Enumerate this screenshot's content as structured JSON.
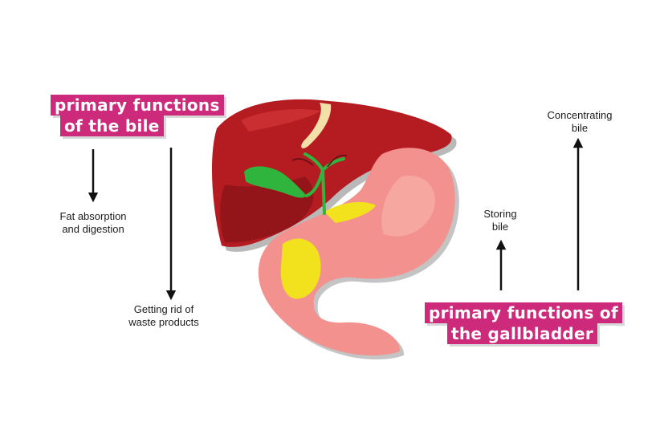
{
  "headings": {
    "bile": {
      "line1": "primary functions",
      "line2": "of the bile"
    },
    "gallbladder": {
      "line1": "primary functions of",
      "line2": "the gallbladder"
    }
  },
  "labels": {
    "fat": {
      "line1": "Fat absorption",
      "line2": "and digestion"
    },
    "waste": {
      "line1": "Getting rid of",
      "line2": "waste products"
    },
    "storing": {
      "line1": "Storing",
      "line2": "bile"
    },
    "concentrating": {
      "line1": "Concentrating",
      "line2": "bile"
    }
  },
  "colors": {
    "accent": "#cd2a7c",
    "liver": "#b51c22",
    "stomach": "#f3918f",
    "gallbladder": "#2fb53d",
    "pancreas": "#f2e21d"
  }
}
